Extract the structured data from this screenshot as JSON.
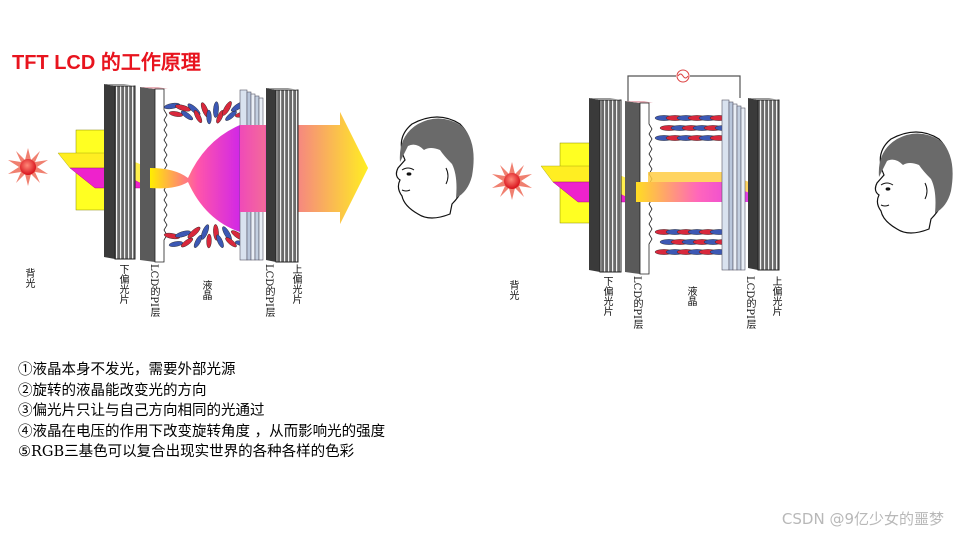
{
  "title": "TFT LCD 的工作原理",
  "left_diagram": {
    "labels": {
      "backlight": "背光",
      "lower_polarizer": "下偏光片",
      "lower_pi_layer": "LCD的PI层",
      "liquid_crystal": "液晶",
      "upper_pi_layer": "LCD的PI层",
      "upper_polarizer": "上偏光片"
    }
  },
  "right_diagram": {
    "labels": {
      "backlight": "背光",
      "lower_polarizer": "下偏光片",
      "lower_pi_layer": "LCD的PI层",
      "liquid_crystal": "液晶",
      "upper_pi_layer": "LCD的PI层",
      "upper_polarizer": "上偏光片"
    }
  },
  "notes": [
    "①液晶本身不发光，需要外部光源",
    "②旋转的液晶能改变光的方向",
    "③偏光片只让与自己方向相同的光通过",
    "④液晶在电压的作用下改变旋转角度 ，从而影响光的强度",
    "⑤RGB三基色可以复合出现实世界的各种各样的色彩"
  ],
  "watermark": "CSDN @9亿少女的噩梦",
  "colors": {
    "title": "#e8141e",
    "light_yellow": "#ffff00",
    "light_magenta": "#ee22ee",
    "sun": "#e81818",
    "crystal_red": "#d8283c",
    "crystal_blue": "#3c58b4"
  }
}
